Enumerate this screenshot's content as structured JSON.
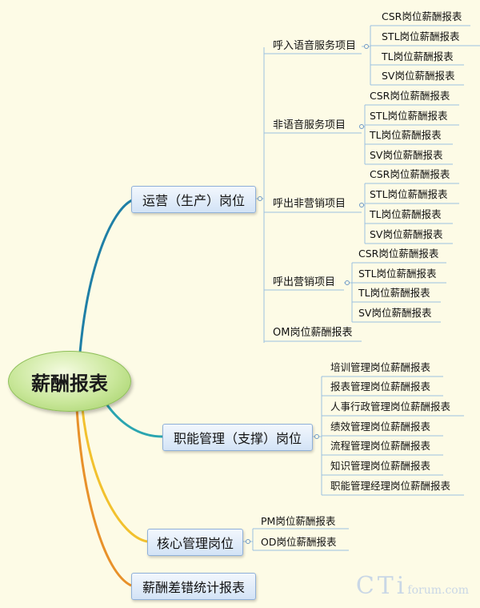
{
  "root": {
    "label": "薪酬报表"
  },
  "branches": {
    "operations": {
      "label": "运营（生产）岗位",
      "inbound_voice": {
        "label": "呼入语音服务项目",
        "items": [
          "CSR岗位薪酬报表",
          "STL岗位薪酬报表",
          "TL岗位薪酬报表",
          "SV岗位薪酬报表"
        ]
      },
      "non_voice": {
        "label": "非语音服务项目",
        "items": [
          "CSR岗位薪酬报表",
          "STL岗位薪酬报表",
          "TL岗位薪酬报表",
          "SV岗位薪酬报表"
        ]
      },
      "outbound_non_sales": {
        "label": "呼出非营销项目",
        "items": [
          "CSR岗位薪酬报表",
          "STL岗位薪酬报表",
          "TL岗位薪酬报表",
          "SV岗位薪酬报表"
        ]
      },
      "outbound_sales": {
        "label": "呼出营销项目",
        "items": [
          "CSR岗位薪酬报表",
          "STL岗位薪酬报表",
          "TL岗位薪酬报表",
          "SV岗位薪酬报表"
        ]
      },
      "om": {
        "label": "OM岗位薪酬报表"
      }
    },
    "functional": {
      "label": "职能管理（支撑）岗位",
      "items": [
        "培训管理岗位薪酬报表",
        "报表管理岗位薪酬报表",
        "人事行政管理岗位薪酬报表",
        "绩效管理岗位薪酬报表",
        "流程管理岗位薪酬报表",
        "知识管理岗位薪酬报表",
        "职能管理经理岗位薪酬报表"
      ]
    },
    "core": {
      "label": "核心管理岗位",
      "items": [
        "PM岗位薪酬报表",
        "OD岗位薪酬报表"
      ]
    },
    "error_stats": {
      "label": "薪酬差错统计报表"
    }
  },
  "watermark": {
    "big": "CTi",
    "small": "forum.com"
  },
  "colors": {
    "operations_branch": "#1f7fa6",
    "functional_branch": "#2aa5b0",
    "core_branch": "#f2c12e",
    "error_branch": "#e8912a",
    "connector": "#9ac0e0"
  }
}
